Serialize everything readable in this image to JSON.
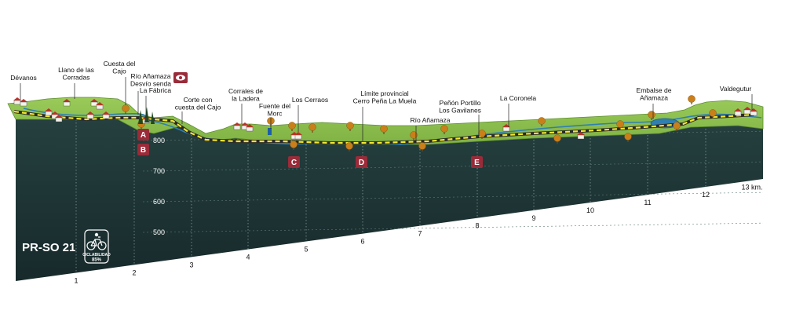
{
  "route": {
    "code": "PR-SO 21",
    "badge_label": "CICLABILIDAD",
    "badge_value": "85%"
  },
  "colors": {
    "terrain_top": "#8cbf4f",
    "terrain_face": "#1d3234",
    "track": "#f5e531",
    "river": "#2f7fb2",
    "waypoint": "#9a2b39",
    "tree": "#c97f1a"
  },
  "places": [
    {
      "id": "devanos",
      "lines": [
        "Dévanos"
      ]
    },
    {
      "id": "llano",
      "lines": [
        "Llano de las",
        "Cerradas"
      ]
    },
    {
      "id": "cuesta",
      "lines": [
        "Cuesta del",
        "Cajo"
      ]
    },
    {
      "id": "rio1",
      "lines": [
        "Río Añamaza",
        "Desvío senda"
      ]
    },
    {
      "id": "fabrica",
      "lines": [
        "La Fábrica"
      ]
    },
    {
      "id": "corte",
      "lines": [
        "Corte con",
        "cuesta del Cajo"
      ]
    },
    {
      "id": "corrales",
      "lines": [
        "Corrales de",
        "la Ladera"
      ]
    },
    {
      "id": "fuente",
      "lines": [
        "Fuente del",
        "Morc"
      ]
    },
    {
      "id": "cerraos",
      "lines": [
        "Los Cerraos"
      ]
    },
    {
      "id": "limite",
      "lines": [
        "Límite provincial",
        "Cerro Peña La Muela"
      ]
    },
    {
      "id": "rio2",
      "lines": [
        "Río Añamaza"
      ]
    },
    {
      "id": "penon",
      "lines": [
        "Peñón Portillo",
        "Los Gavilanes"
      ]
    },
    {
      "id": "coronela",
      "lines": [
        "La Coronela"
      ]
    },
    {
      "id": "embalse",
      "lines": [
        "Embalse de",
        "Añamaza"
      ]
    },
    {
      "id": "valdegutur",
      "lines": [
        "Valdegutur"
      ]
    }
  ],
  "waypoints": [
    "A",
    "B",
    "C",
    "D",
    "E"
  ],
  "altitudes": [
    "800",
    "700",
    "600",
    "500"
  ],
  "km_labels": [
    "1",
    "2",
    "3",
    "4",
    "5",
    "6",
    "7",
    "8",
    "9",
    "10",
    "11",
    "12",
    "13 km."
  ],
  "icons": [
    "eye-icon",
    "bicycle-icon"
  ]
}
